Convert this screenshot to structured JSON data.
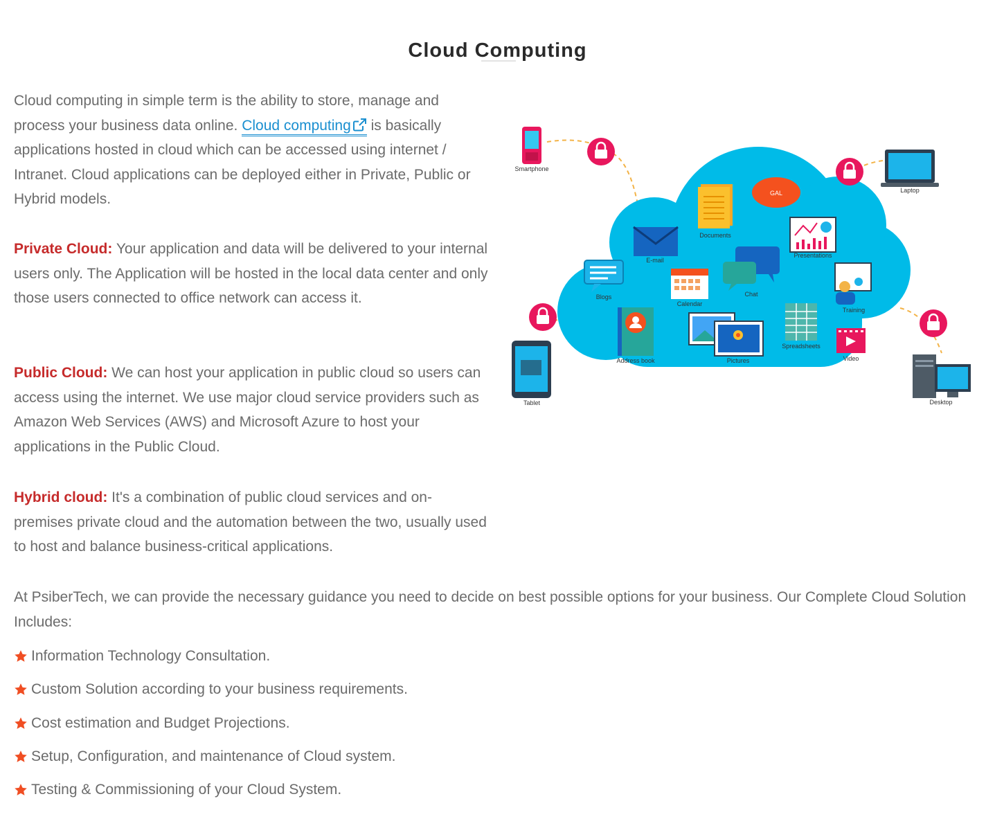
{
  "page": {
    "title": "Cloud Computing"
  },
  "intro": {
    "text_before": "Cloud computing in simple term is the ability to store, manage and process your business data online. ",
    "link_label": "Cloud computing",
    "text_after": " is basically applications hosted in cloud which can be accessed using internet / Intranet. Cloud applications can be deployed either in Private, Public or Hybrid models."
  },
  "models": {
    "private": {
      "label": "Private Cloud:",
      "text": " Your application and data will be delivered to your internal users only. The Application will be hosted in the local data center and only those users connected to office network can access it."
    },
    "public": {
      "label": "Public Cloud:",
      "text": " We can host your application in public cloud so users can access using the internet. We use major cloud service providers such as Amazon Web Services (AWS) and Microsoft Azure to host your applications in the Public Cloud."
    },
    "hybrid": {
      "label": "Hybrid cloud:",
      "text": " It's a combination of public cloud services and on-premises private cloud and the automation between the two, usually used to host and balance business-critical applications."
    }
  },
  "summary": {
    "text": "At PsiberTech, we can provide the necessary guidance you need to decide on best possible options for your business. Our Complete Cloud Solution Includes:"
  },
  "features": [
    "Information Technology Consultation.",
    "Custom Solution according to your business requirements.",
    "Cost estimation and Budget Projections.",
    "Setup, Configuration, and maintenance of Cloud system.",
    "Testing & Commissioning of your Cloud System."
  ],
  "illustration": {
    "labels": {
      "smartphone": "Smartphone",
      "laptop": "Laptop",
      "tablet": "Tablet",
      "desktop": "Desktop",
      "documents": "Documents",
      "gal": "GAL",
      "email": "E-mail",
      "presentations": "Presentations",
      "blogs": "Blogs",
      "calendar": "Calendar",
      "chat": "Chat",
      "training": "Training",
      "address_book": "Address book",
      "pictures": "Pictures",
      "spreadsheets": "Spreadsheets",
      "video": "Video"
    }
  },
  "colors": {
    "label_red": "#c62b2b",
    "link_blue": "#1a8fd0",
    "star_orange": "#f04e23",
    "cloud_blue": "#00bbe8",
    "lock_pink": "#e8175d"
  },
  "icons": {
    "list_bullet": "star-icon",
    "link": "external-link-icon"
  }
}
